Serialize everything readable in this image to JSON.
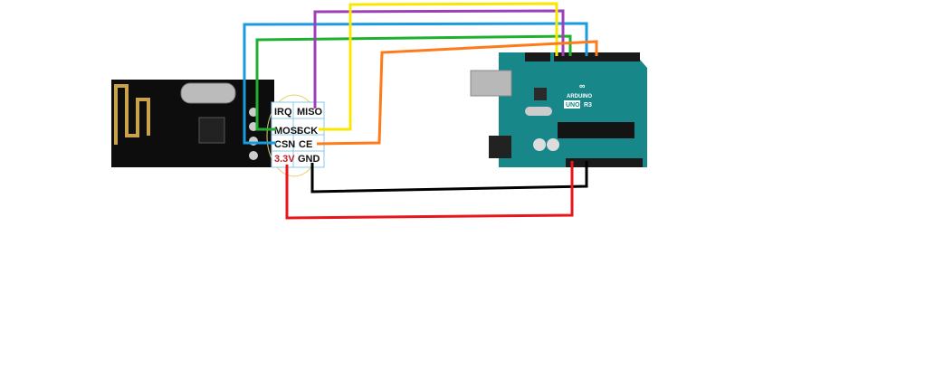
{
  "module": {
    "pins": [
      {
        "label": "IRQ"
      },
      {
        "label": "MISO"
      },
      {
        "label": "MOSI"
      },
      {
        "label": "SCK"
      },
      {
        "label": "CSN"
      },
      {
        "label": "CE"
      },
      {
        "label": "3.3V"
      },
      {
        "label": "GND"
      }
    ]
  },
  "board": {
    "logo_text": "ARDUINO",
    "model": "UNO",
    "revision": "R3"
  },
  "wire_colors": {
    "CSN": "#1a9be0",
    "MOSI": "#20b030",
    "MISO": "#9b40b8",
    "SCK": "#f8e800",
    "CE": "#ff7a18",
    "GND": "#000000",
    "3.3V": "#e8151b"
  }
}
